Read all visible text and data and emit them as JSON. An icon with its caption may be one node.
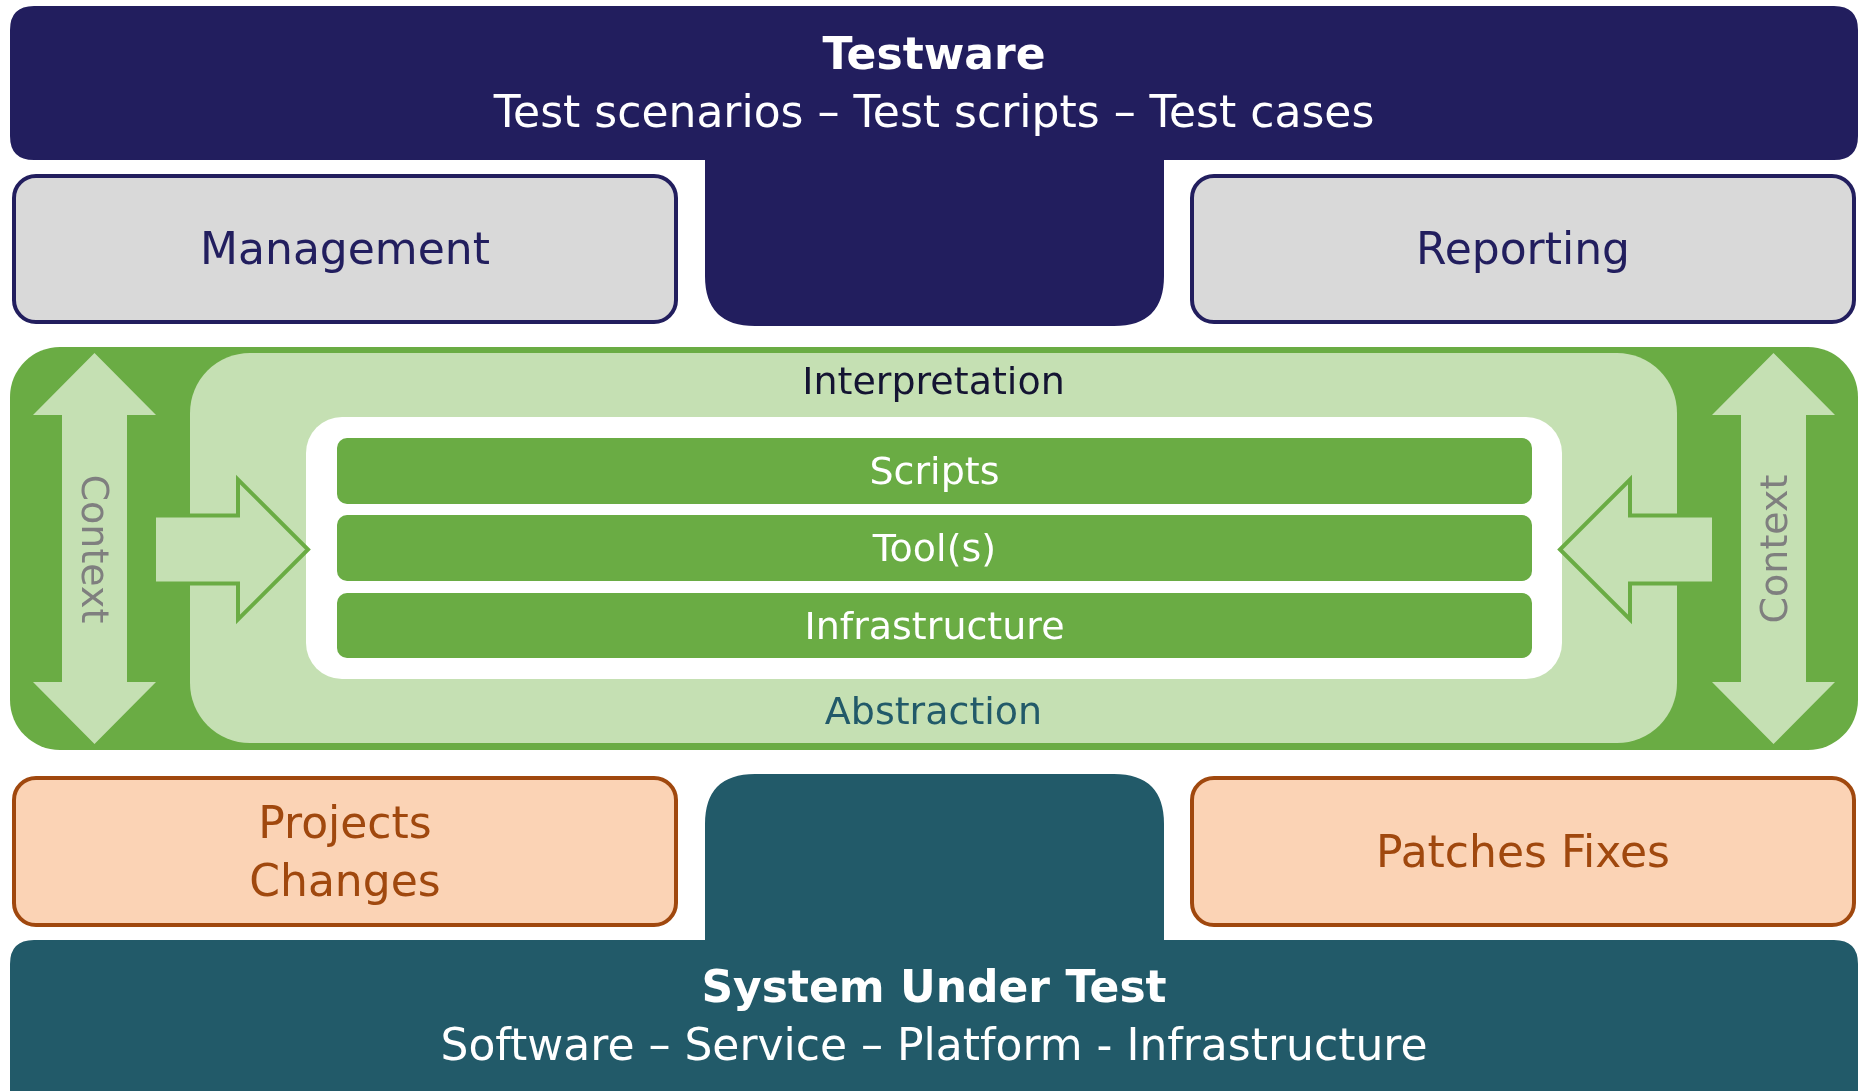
{
  "diagram": {
    "nodes": [
      {
        "text": [
          "Testware",
          "Test scenarios – Test scripts – Test cases"
        ]
      },
      {
        "text": [
          "Management"
        ]
      },
      {
        "text": [
          "Reporting"
        ]
      },
      {
        "text": [],
        "shape": "box"
      },
      {
        "text": [
          "Context"
        ],
        "in": 3
      },
      {
        "text": [
          "Interpretation",
          "Abstraction"
        ],
        "in": 3
      },
      {
        "text": [],
        "shape": "box",
        "in": 5
      },
      {
        "text": [
          "Scripts"
        ],
        "in": 6
      },
      {
        "text": [
          "Tool(s)"
        ],
        "in": 6
      },
      {
        "text": [
          "Infrastructure"
        ],
        "in": 6
      },
      {
        "text": [
          "Context"
        ],
        "in": 3
      },
      {
        "text": [
          "Projects Changes"
        ]
      },
      {
        "text": [
          "Patches Fixes"
        ]
      },
      {
        "text": [
          "System Under Test",
          "Software – Service – Platform - Infrastructure"
        ]
      }
    ],
    "edges": [
      {
        "from": 4,
        "to": 6,
        "arrow": "to"
      },
      {
        "from": 10,
        "to": 6,
        "arrow": "to"
      }
    ]
  }
}
